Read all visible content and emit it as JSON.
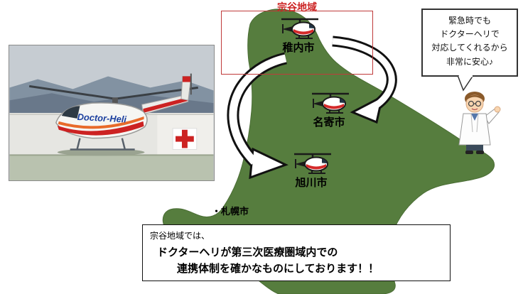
{
  "region": {
    "label": "宗谷地域"
  },
  "map": {
    "cities": [
      "稚内市",
      "名寄市",
      "旭川市"
    ],
    "sapporo_label": "・札幌市"
  },
  "photo": {
    "heli_text": "Doctor-Heli"
  },
  "speech_bubble": {
    "lines": [
      "緊急時でも",
      "ドクターヘリで",
      "対応してくれるから",
      "非常に安心♪"
    ]
  },
  "bottom_box": {
    "line1": "宗谷地域では、",
    "line2": "ドクターヘリが第三次医療圏域内での",
    "line3": "連携体制を確かなものにしております！！"
  },
  "colors": {
    "map_green": "#567d3e",
    "region_red": "#cc2222",
    "heli_red": "#d42a2a"
  }
}
